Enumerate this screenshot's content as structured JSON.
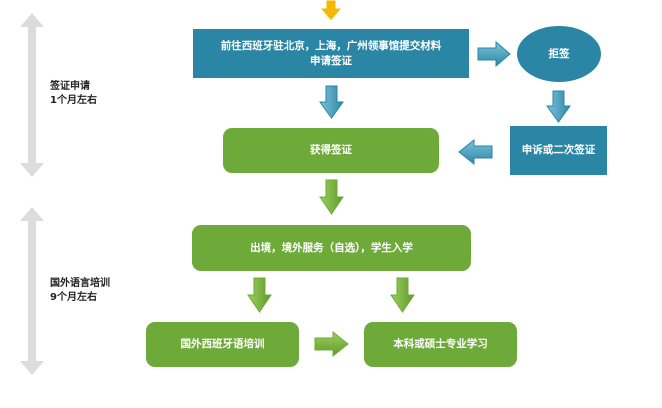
{
  "side_labels": {
    "visa_phase": {
      "line1": "签证申请",
      "line2": "1个月左右"
    },
    "language_phase": {
      "line1": "国外语言培训",
      "line2": "9个月左右"
    }
  },
  "nodes": {
    "submit": {
      "line1": "前往西班牙驻北京，上海，广州领事馆提交材料",
      "line2": "申请签证"
    },
    "refused": "拒签",
    "appeal": "申诉或二次签证",
    "granted": "获得签证",
    "entry": "出境，境外服务（自选），学生入学",
    "language": "国外西班牙语培训",
    "degree": "本科或硕士专业学习"
  },
  "colors": {
    "teal": "#2b86a5",
    "green": "#6eaa3a",
    "timeline": "#dcdcdc",
    "top_arrow": "#f5b800"
  }
}
